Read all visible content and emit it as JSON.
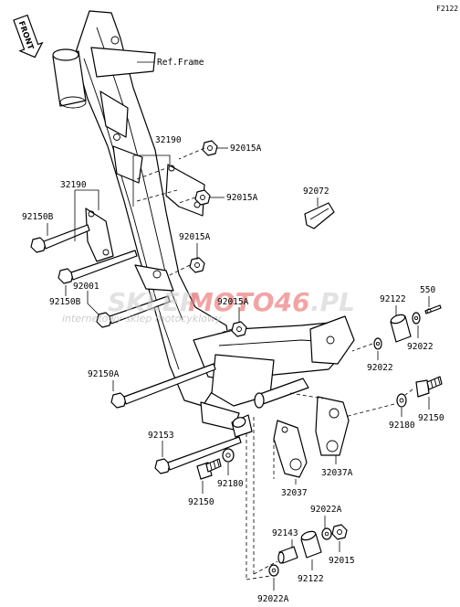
{
  "figure_id": "F2122",
  "front_label": "FRONT",
  "ref_label": "Ref.Frame",
  "watermark": {
    "part1": "SKLEP",
    "part2": "MOTO46",
    "part3": ".PL",
    "tagline": "internetowy sklep motocyklowy"
  },
  "callouts": [
    {
      "id": "c1",
      "text": "32190"
    },
    {
      "id": "c2",
      "text": "92015A"
    },
    {
      "id": "c3",
      "text": "92015A"
    },
    {
      "id": "c4",
      "text": "32190"
    },
    {
      "id": "c5",
      "text": "92150B"
    },
    {
      "id": "c6",
      "text": "92072"
    },
    {
      "id": "c7",
      "text": "92015A"
    },
    {
      "id": "c8",
      "text": "92150B"
    },
    {
      "id": "c9",
      "text": "92001"
    },
    {
      "id": "c10",
      "text": "92015A"
    },
    {
      "id": "c11",
      "text": "92122"
    },
    {
      "id": "c12",
      "text": "550"
    },
    {
      "id": "c13",
      "text": "92022"
    },
    {
      "id": "c14",
      "text": "92022"
    },
    {
      "id": "c15",
      "text": "92150A"
    },
    {
      "id": "c16",
      "text": "92150"
    },
    {
      "id": "c17",
      "text": "92180"
    },
    {
      "id": "c18",
      "text": "92153"
    },
    {
      "id": "c19",
      "text": "32037A"
    },
    {
      "id": "c20",
      "text": "92180"
    },
    {
      "id": "c21",
      "text": "32037"
    },
    {
      "id": "c22",
      "text": "92150"
    },
    {
      "id": "c23",
      "text": "92022A"
    },
    {
      "id": "c24",
      "text": "92143"
    },
    {
      "id": "c25",
      "text": "92015"
    },
    {
      "id": "c26",
      "text": "92122"
    },
    {
      "id": "c27",
      "text": "92022A"
    }
  ]
}
